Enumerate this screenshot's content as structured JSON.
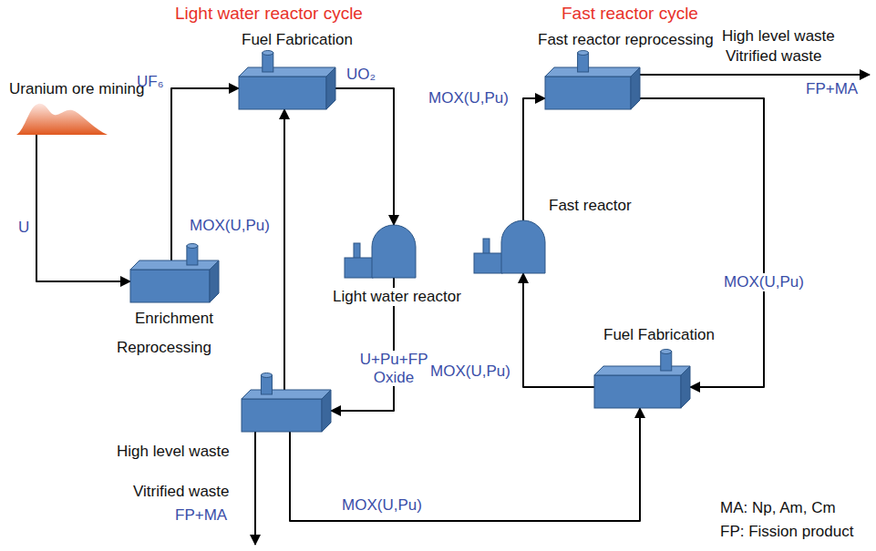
{
  "diagram": {
    "nodes": [
      {
        "text": [
          "Uranium ore mining"
        ]
      },
      {
        "text": [
          "Fuel Fabrication"
        ]
      },
      {
        "text": [
          "Enrichment"
        ]
      },
      {
        "text": [
          "Light water reactor"
        ]
      },
      {
        "text": [
          "Reprocessing"
        ]
      },
      {
        "text": [
          "Fast reactor reprocessing"
        ]
      },
      {
        "text": [
          "Fast reactor"
        ]
      },
      {
        "text": [
          "Fuel Fabrication"
        ]
      }
    ],
    "edges": [
      {
        "from": 0,
        "to": 2,
        "label": "U",
        "arrow": "to"
      },
      {
        "from": 2,
        "to": 1,
        "label": "UF₆",
        "arrow": "to"
      },
      {
        "from": 1,
        "to": 3,
        "label": "UO₂",
        "arrow": "to"
      },
      {
        "from": 3,
        "to": 4,
        "label": "U+Pu+FP Oxide",
        "arrow": "to"
      },
      {
        "from": 4,
        "to": 1,
        "label": "MOX(U,Pu)",
        "arrow": "to"
      },
      {
        "from": 4,
        "to": 7,
        "label": "MOX(U,Pu)",
        "arrow": "to"
      },
      {
        "from": 7,
        "to": 6,
        "label": "MOX(U,Pu)",
        "arrow": "to"
      },
      {
        "from": 6,
        "to": 5,
        "label": "MOX(U,Pu)",
        "arrow": "to"
      },
      {
        "from": 5,
        "to": 7,
        "label": "MOX(U,Pu)",
        "arrow": "to"
      }
    ],
    "labels": [
      "Light water reactor cycle",
      "Fast reactor cycle",
      "High level waste",
      "Vitrified waste",
      "FP+MA",
      "High level waste",
      "Vitrified waste",
      "FP+MA",
      "MA: Np, Am, Cm",
      "FP: Fission product"
    ]
  }
}
